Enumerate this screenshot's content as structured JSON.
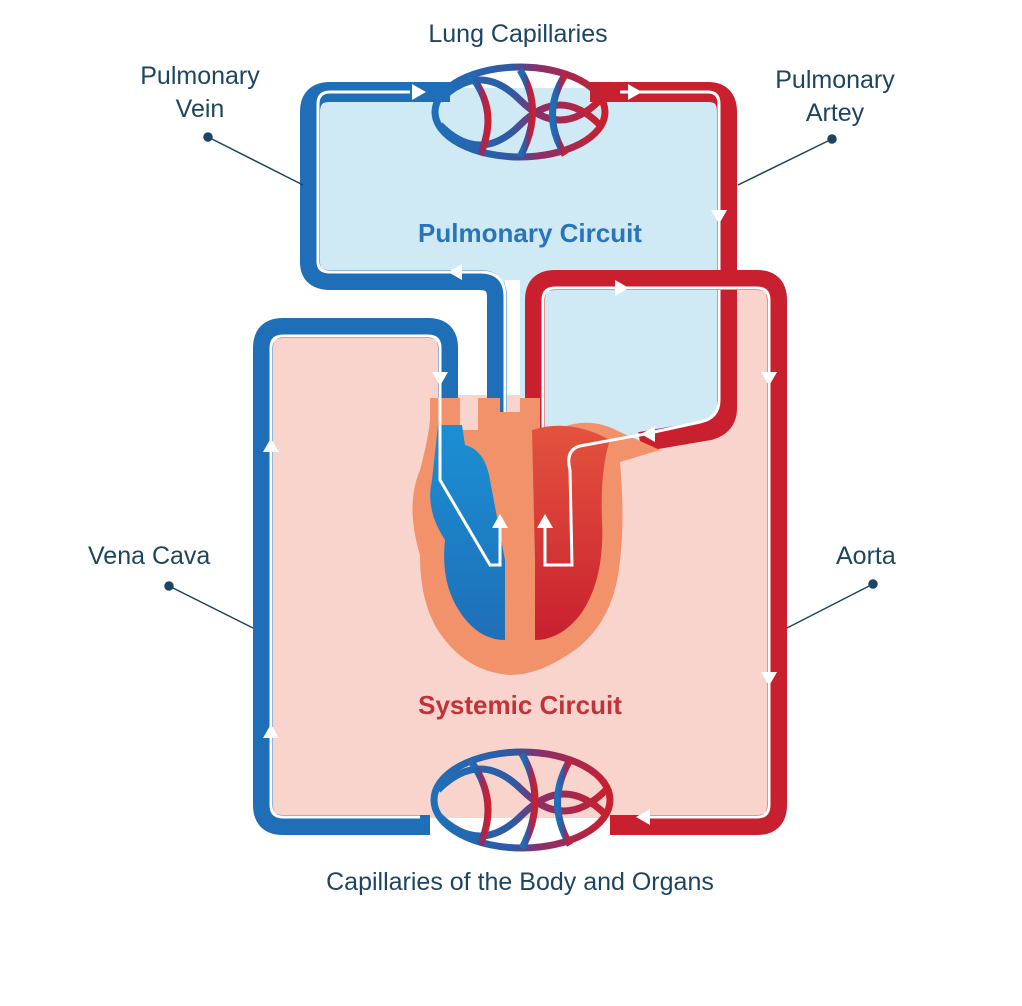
{
  "labels": {
    "lung_capillaries": "Lung Capillaries",
    "pulmonary_vein_line1": "Pulmonary",
    "pulmonary_vein_line2": "Vein",
    "pulmonary_artery_line1": "Pulmonary",
    "pulmonary_artery_line2": "Artey",
    "pulmonary_circuit": "Pulmonary Circuit",
    "vena_cava": "Vena Cava",
    "aorta": "Aorta",
    "systemic_circuit": "Systemic Circuit",
    "body_capillaries": "Capillaries of the Body and Organs"
  },
  "colors": {
    "oxygen_poor": "#1f6fb8",
    "oxygen_rich": "#c8202e",
    "pulmonary_fill": "#cfe9f5",
    "systemic_fill": "#f9d4cd",
    "heart_outline": "#f1926a",
    "label_text": "#1d4563",
    "pulmonary_label": "#2a74b9",
    "systemic_label": "#c0333a"
  }
}
